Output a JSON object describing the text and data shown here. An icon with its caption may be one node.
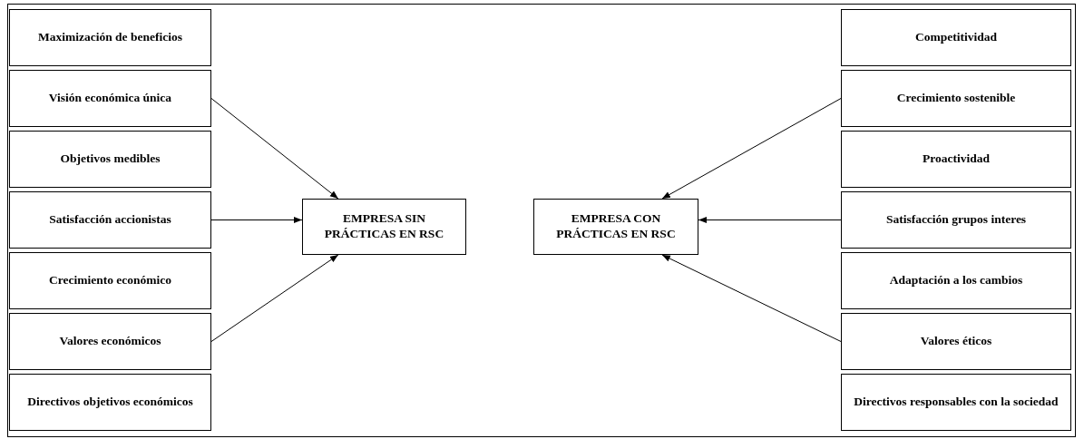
{
  "diagram": {
    "nodes": [
      {
        "text": [
          "Maximización de beneficios"
        ]
      },
      {
        "text": [
          "Visión económica única"
        ]
      },
      {
        "text": [
          "Objetivos medibles"
        ]
      },
      {
        "text": [
          "Satisfacción accionistas"
        ]
      },
      {
        "text": [
          "Crecimiento económico"
        ]
      },
      {
        "text": [
          "Valores económicos"
        ]
      },
      {
        "text": [
          "Directivos objetivos económicos"
        ]
      },
      {
        "text": [
          "EMPRESA SIN PRÁCTICAS EN RSC"
        ]
      },
      {
        "text": [
          "EMPRESA CON PRÁCTICAS EN RSC"
        ]
      },
      {
        "text": [
          "Competitividad"
        ]
      },
      {
        "text": [
          "Crecimiento sostenible"
        ]
      },
      {
        "text": [
          "Proactividad"
        ]
      },
      {
        "text": [
          "Satisfacción grupos interes"
        ]
      },
      {
        "text": [
          "Adaptación a los cambios"
        ]
      },
      {
        "text": [
          "Valores éticos"
        ]
      },
      {
        "text": [
          "Directivos responsables con la sociedad"
        ]
      }
    ],
    "edges": [
      {
        "from": 1,
        "to": 7,
        "arrow": "to"
      },
      {
        "from": 3,
        "to": 7,
        "arrow": "to"
      },
      {
        "from": 5,
        "to": 7,
        "arrow": "to"
      },
      {
        "from": 10,
        "to": 8,
        "arrow": "to"
      },
      {
        "from": 12,
        "to": 8,
        "arrow": "to"
      },
      {
        "from": 14,
        "to": 8,
        "arrow": "to"
      }
    ]
  }
}
